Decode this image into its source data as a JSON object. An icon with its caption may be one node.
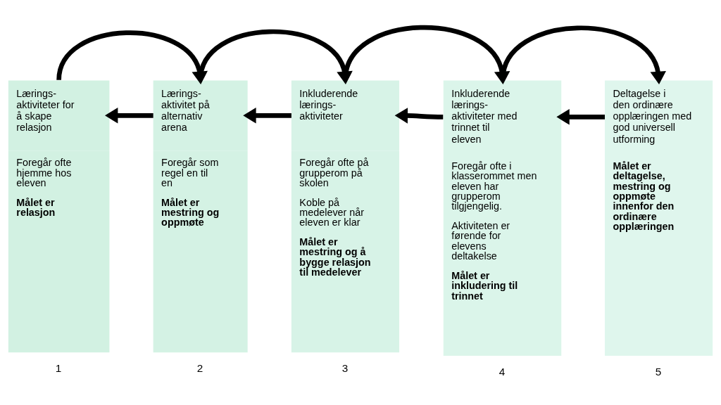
{
  "diagram": {
    "nodes": [
      {
        "text": [
          "Lærings- aktiviteter for å skape relasjon",
          "Foregår ofte hjemme hos eleven",
          "Målet er relasjon"
        ],
        "beside": [
          "1"
        ]
      },
      {
        "text": [
          "Lærings- aktivitet på alternativ arena",
          "Foregår som regel en til en",
          "Målet er mestring og oppmøte"
        ],
        "beside": [
          "2"
        ]
      },
      {
        "text": [
          "Inkluderende lærings- aktiviteter",
          "Foregår ofte på grupperom på skolen",
          "Koble på medelever når eleven er klar",
          "Målet er mestring og å bygge relasjon til medelever"
        ],
        "beside": [
          "3"
        ]
      },
      {
        "text": [
          "Inkluderende lærings- aktiviteter med trinnet til eleven",
          "Foregår ofte i klasserommet men eleven har grupperom tilgjengelig.",
          "Aktiviteten er førende for elevens deltakelse",
          "Målet er inkludering til trinnet"
        ],
        "beside": [
          "4"
        ]
      },
      {
        "text": [
          "Deltagelse i den ordinære opplæringen med god universell utforming",
          "Målet er deltagelse, mestring og oppmøte innenfor den ordinære opplæringen"
        ],
        "beside": [
          "5"
        ]
      }
    ],
    "edges": [
      {
        "from": 0,
        "to": 1,
        "arrow": "to"
      },
      {
        "from": 1,
        "to": 2,
        "arrow": "to"
      },
      {
        "from": 2,
        "to": 3,
        "arrow": "to"
      },
      {
        "from": 3,
        "to": 4,
        "arrow": "to"
      },
      {
        "from": 1,
        "to": 0,
        "arrow": "to"
      },
      {
        "from": 2,
        "to": 1,
        "arrow": "to"
      },
      {
        "from": 3,
        "to": 2,
        "arrow": "to"
      },
      {
        "from": 4,
        "to": 3,
        "arrow": "to"
      }
    ]
  }
}
